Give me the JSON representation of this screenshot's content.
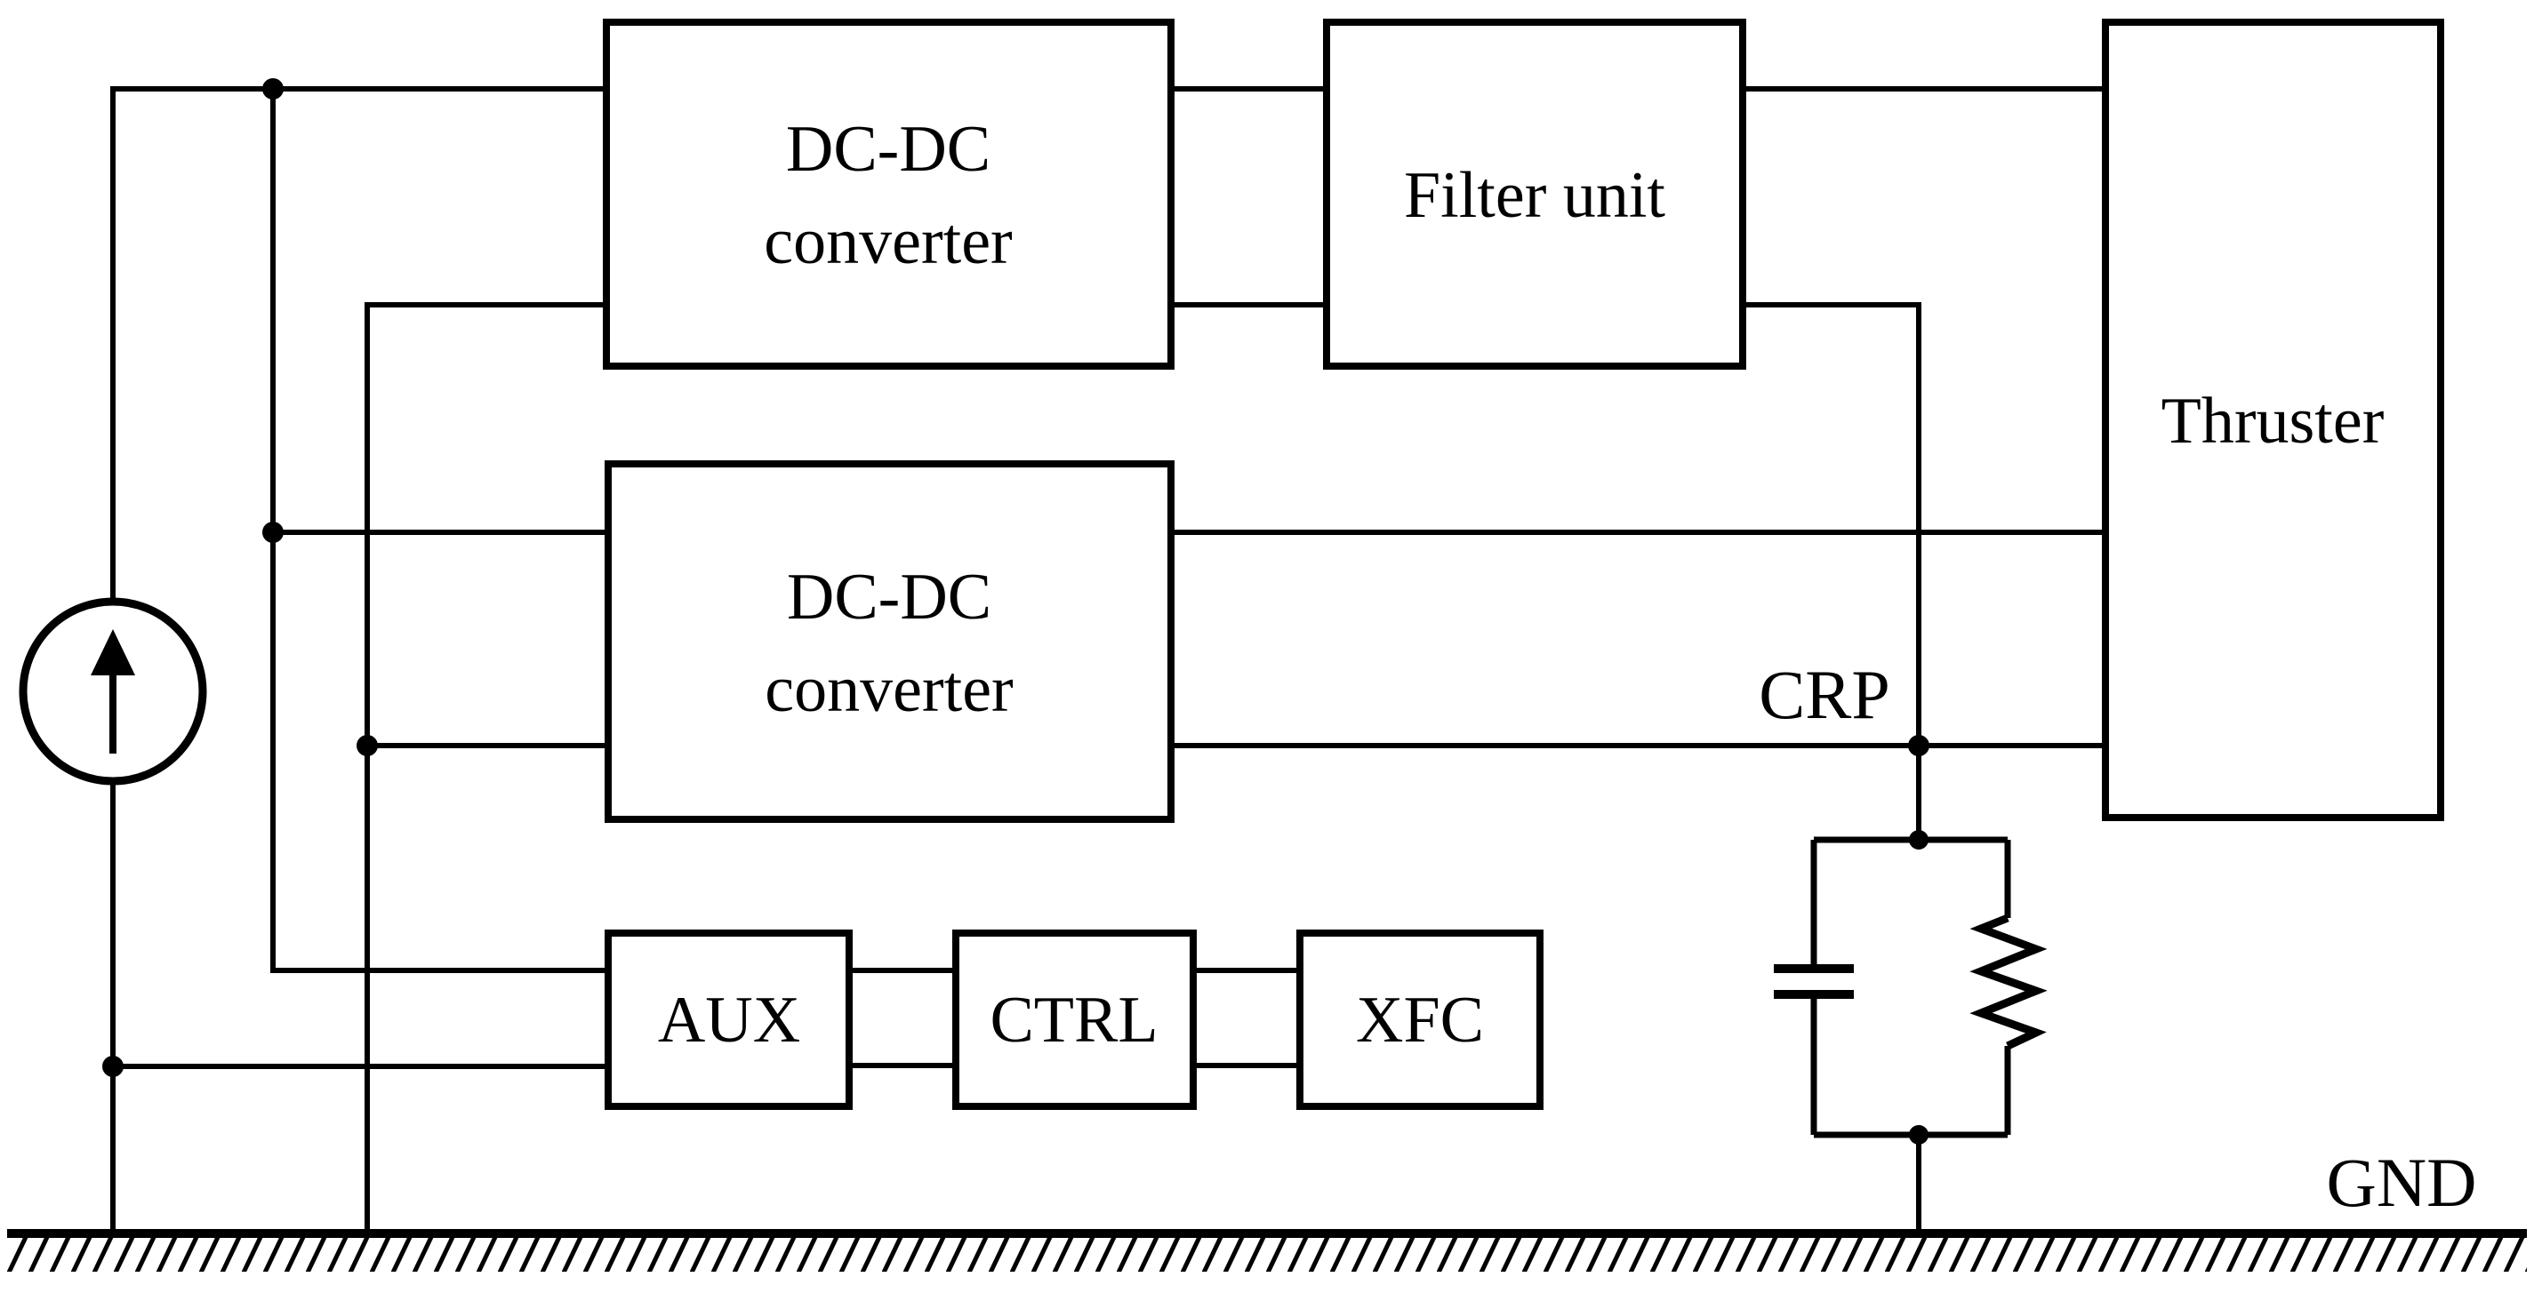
{
  "diagram": {
    "blocks": {
      "dcdc_top": {
        "line1": "DC-DC",
        "line2": "converter"
      },
      "filter": {
        "label": "Filter unit"
      },
      "dcdc_bottom": {
        "line1": "DC-DC",
        "line2": "converter"
      },
      "thruster": {
        "label": "Thruster"
      },
      "aux": {
        "label": "AUX"
      },
      "ctrl": {
        "label": "CTRL"
      },
      "xfc": {
        "label": "XFC"
      }
    },
    "labels": {
      "crp": "CRP",
      "gnd": "GND"
    },
    "colors": {
      "stroke": "#000000",
      "background": "#ffffff"
    }
  }
}
